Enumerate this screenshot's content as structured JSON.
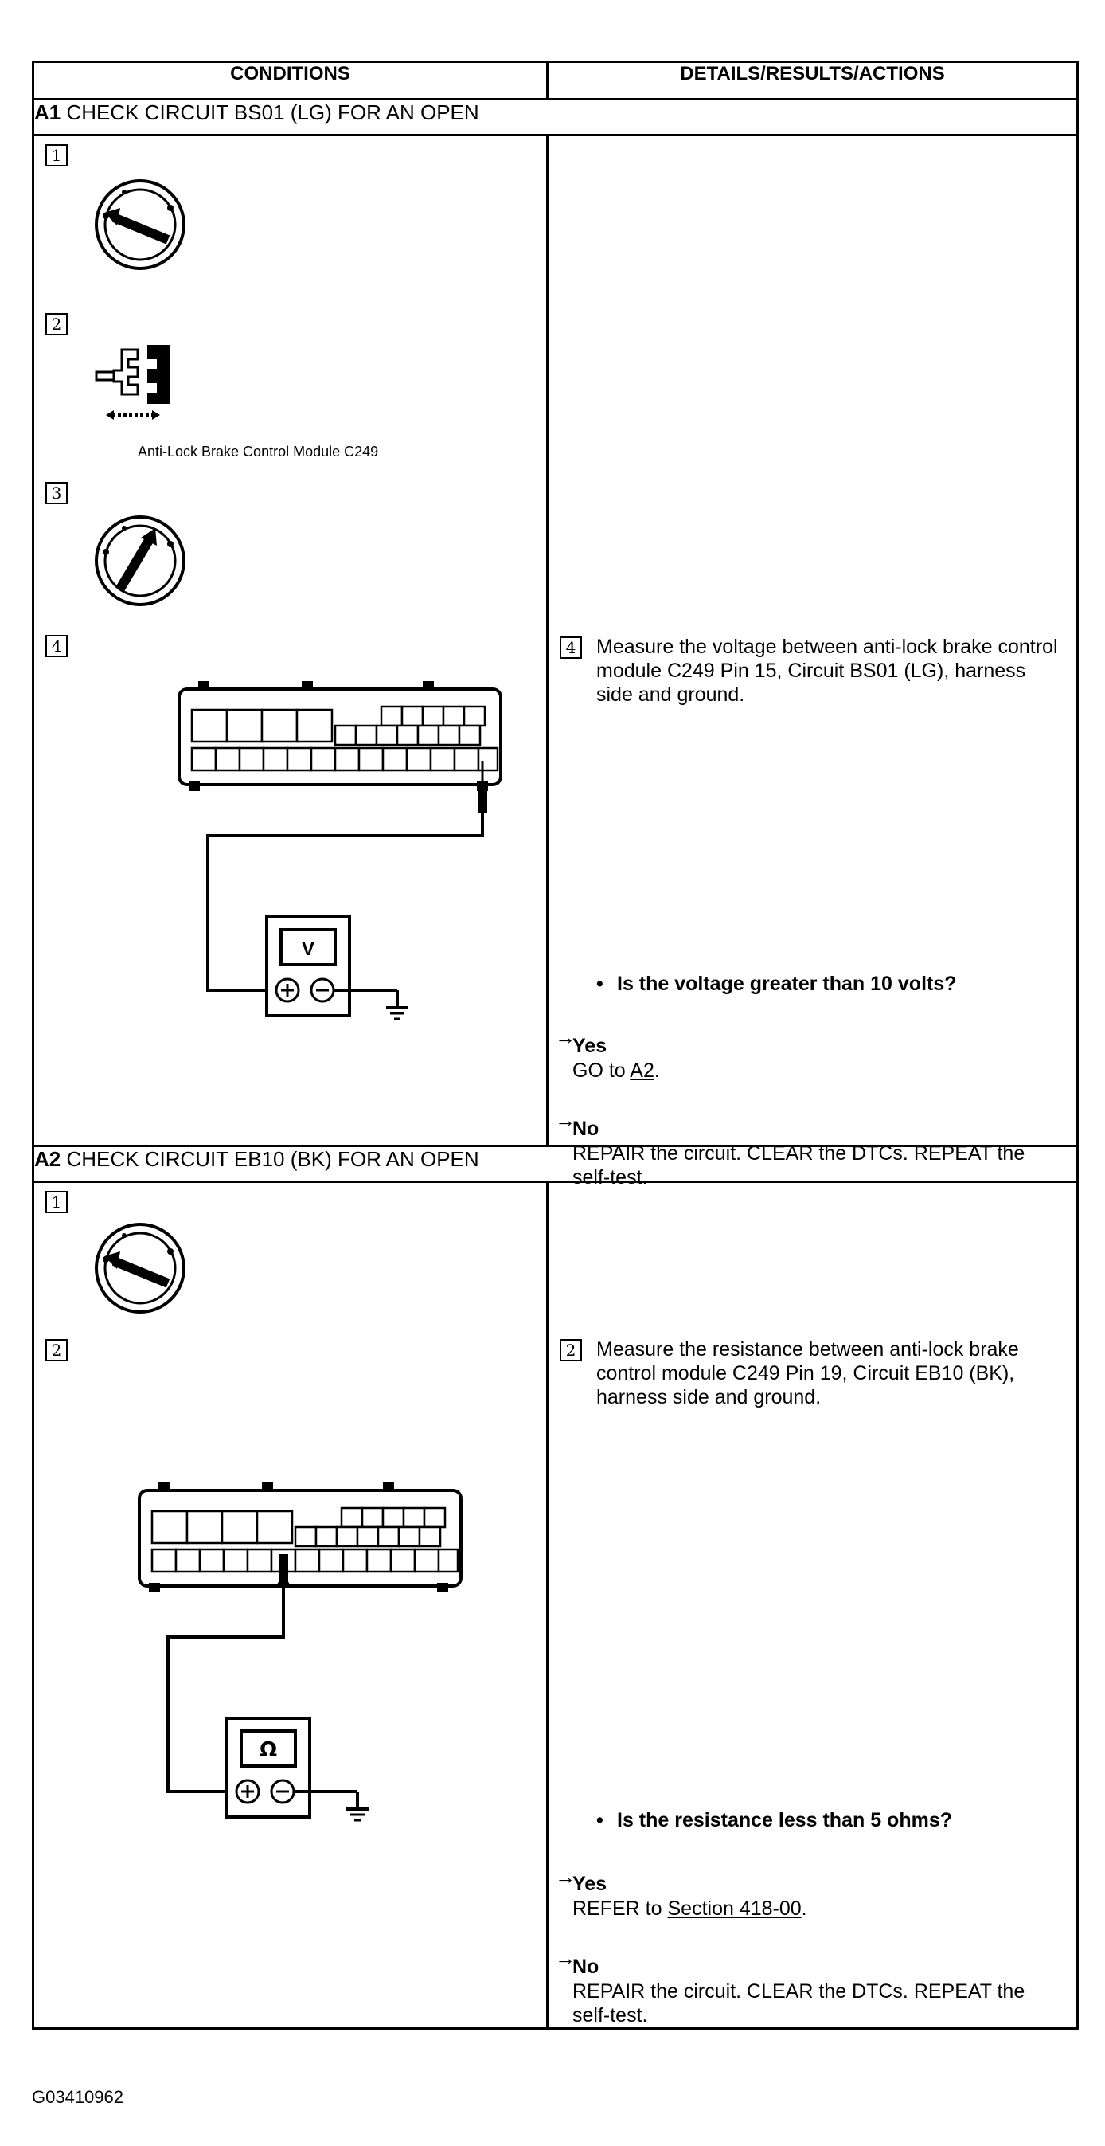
{
  "header": {
    "conditions": "CONDITIONS",
    "details": "DETAILS/RESULTS/ACTIONS"
  },
  "steps": [
    {
      "id": "A1",
      "title": "CHECK CIRCUIT BS01 (LG) FOR AN OPEN",
      "substeps": [
        "1",
        "2",
        "3",
        "4"
      ],
      "connector_caption": "Anti-Lock Brake Control Module C249",
      "meter_symbol": "V",
      "instruction_num": "4",
      "instruction": "Measure the voltage between anti-lock brake control module C249 Pin 15, Circuit BS01 (LG), harness side and ground.",
      "question": "Is the voltage greater than 10 volts?",
      "yes_label": "Yes",
      "yes_action_prefix": "GO to ",
      "yes_link": "A2",
      "yes_action_suffix": ".",
      "no_label": "No",
      "no_action": "REPAIR the circuit. CLEAR the DTCs. REPEAT the self-test."
    },
    {
      "id": "A2",
      "title": "CHECK CIRCUIT EB10 (BK) FOR AN OPEN",
      "substeps": [
        "1",
        "2"
      ],
      "meter_symbol": "Ω",
      "instruction_num": "2",
      "instruction": "Measure the resistance between anti-lock brake control module C249 Pin 19, Circuit EB10 (BK), harness side and ground.",
      "question": "Is the resistance less than 5 ohms?",
      "yes_label": "Yes",
      "yes_action_prefix": "REFER to ",
      "yes_link": "Section 418-00",
      "yes_action_suffix": ".",
      "no_label": "No",
      "no_action": "REPAIR the circuit. CLEAR the DTCs. REPEAT the self-test."
    }
  ],
  "symbols": {
    "bullet": "•",
    "arrow": "→"
  },
  "figure_id": "G03410962"
}
